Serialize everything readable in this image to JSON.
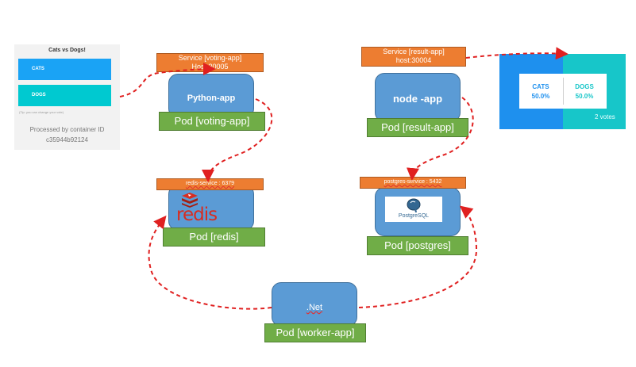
{
  "voting_ui": {
    "title": "Cats vs Dogs!",
    "option_a": "CATS",
    "option_b": "DOGS",
    "tip": "(Tip: you can change your vote)",
    "processed_line1": "Processed by container ID",
    "processed_line2": "c35944b92124"
  },
  "result_ui": {
    "cats_label": "CATS",
    "cats_pct": "50.0%",
    "dogs_label": "DOGS",
    "dogs_pct": "50.0%",
    "votes": "2 votes"
  },
  "nodes": {
    "voting_service": {
      "line1": "Service [voting-app]",
      "line2": "Host:30005"
    },
    "python_app": "Python-app",
    "pod_voting": "Pod [voting-app]",
    "result_service": {
      "line1": "Service [result-app]",
      "line2": "host:30004"
    },
    "node_app": "node -app",
    "pod_result": "Pod [result-app]",
    "redis_service": "redis-service  : 6379",
    "redis_logo": "redis",
    "pod_redis": "Pod [redis]",
    "postgres_service": "postgres-service  : 5432",
    "postgres_logo": "PostgreSQL",
    "pod_postgres": "Pod [postgres]",
    "worker_app": ".Net",
    "pod_worker": "Pod [worker-app]"
  },
  "colors": {
    "pod_body": "#5b9bd5",
    "pod_label": "#70ad47",
    "service_label": "#ed7d31",
    "arrow": "#e02020",
    "cats": "#1aa3f5",
    "dogs": "#00c9d0"
  }
}
